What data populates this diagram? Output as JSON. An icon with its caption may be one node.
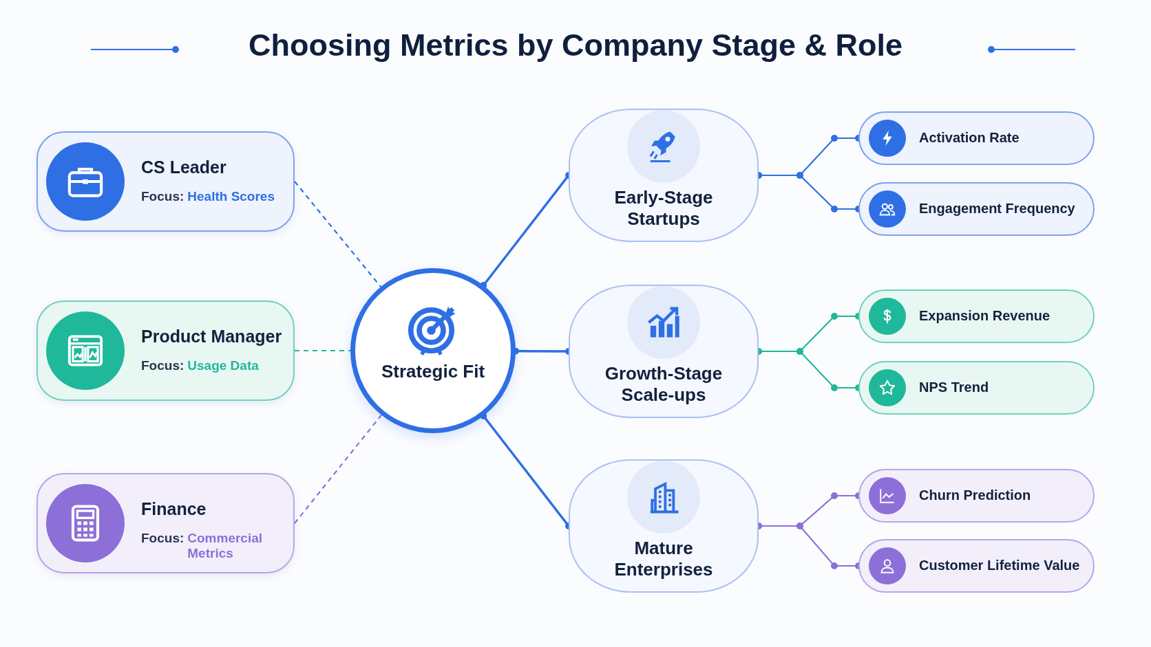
{
  "diagram": {
    "title": "Choosing Metrics by Company Stage & Role",
    "nodes": [
      {
        "text": [
          "CS Leader",
          "Focus:",
          "Health Scores"
        ]
      },
      {
        "text": [
          "Product Manager",
          "Focus:",
          "Usage Data"
        ]
      },
      {
        "text": [
          "Finance",
          "Focus:",
          "Commercial Metrics"
        ]
      },
      {
        "text": [
          "Strategic Fit"
        ]
      },
      {
        "text": [
          "Early-Stage Startups"
        ]
      },
      {
        "text": [
          "Growth-Stage Scale-ups"
        ]
      },
      {
        "text": [
          "Mature Enterprises"
        ]
      },
      {
        "text": [
          "Activation Rate"
        ]
      },
      {
        "text": [
          "Engagement Frequency"
        ]
      },
      {
        "text": [
          "Expansion Revenue"
        ]
      },
      {
        "text": [
          "NPS Trend"
        ]
      },
      {
        "text": [
          "Churn Prediction"
        ]
      },
      {
        "text": [
          "Customer Lifetime Value"
        ]
      }
    ],
    "edges": [
      {
        "from": 0,
        "to": 3,
        "arrow": "none",
        "style": "dashed"
      },
      {
        "from": 1,
        "to": 3,
        "arrow": "none",
        "style": "dashed",
        "color": "#1fb89a"
      },
      {
        "from": 2,
        "to": 3,
        "arrow": "none",
        "style": "dashed",
        "color": "#8d6fd8"
      },
      {
        "from": 3,
        "to": 4,
        "arrow": "other"
      },
      {
        "from": 3,
        "to": 5,
        "arrow": "other"
      },
      {
        "from": 3,
        "to": 6,
        "arrow": "other"
      },
      {
        "from": 4,
        "to": 7,
        "arrow": "other"
      },
      {
        "from": 4,
        "to": 8,
        "arrow": "other"
      },
      {
        "from": 5,
        "to": 9,
        "arrow": "other",
        "color": "#1fb89a"
      },
      {
        "from": 5,
        "to": 10,
        "arrow": "other",
        "color": "#1fb89a"
      },
      {
        "from": 6,
        "to": 11,
        "arrow": "other",
        "color": "#8d6fd8"
      },
      {
        "from": 6,
        "to": 12,
        "arrow": "other",
        "color": "#8d6fd8"
      }
    ]
  }
}
